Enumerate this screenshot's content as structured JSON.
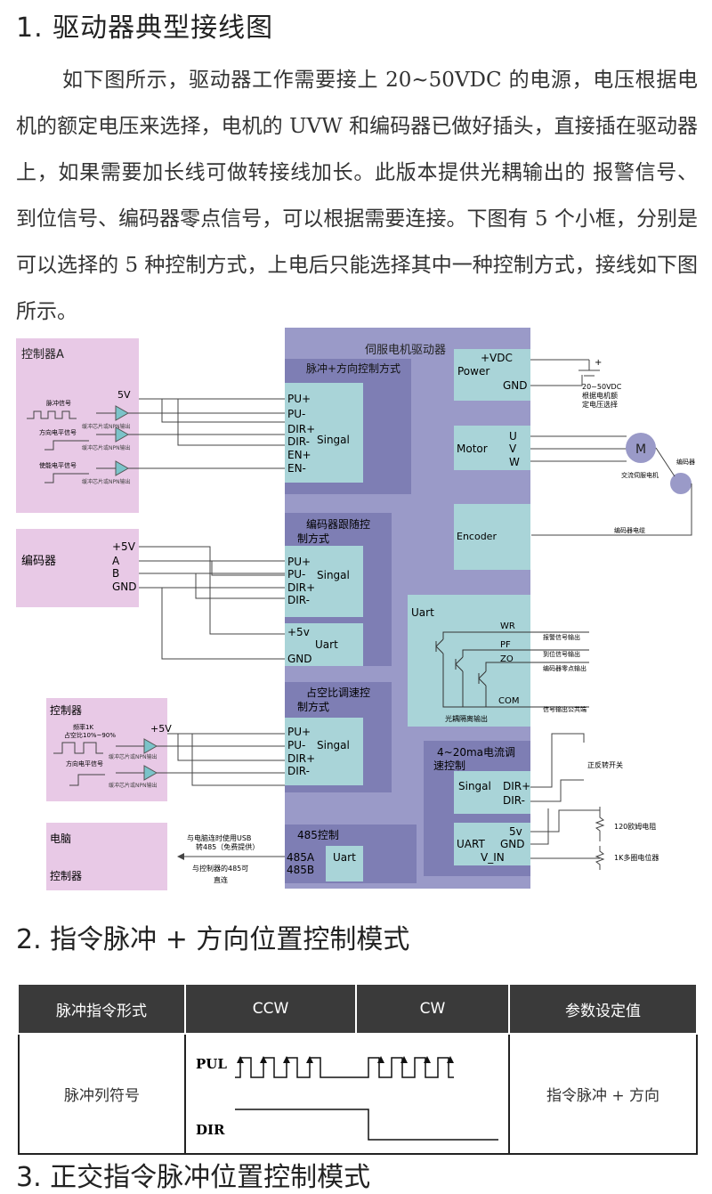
{
  "section1": {
    "title": "1. 驱动器典型接线图",
    "paragraph": "如下图所示，驱动器工作需要接上 20~50VDC 的电源，电压根据电机的额定电压来选择，电机的 UVW 和编码器已做好插头，直接插在驱动器上，如果需要加长线可做转接线加长。此版本提供光耦输出的 报警信号、到位信号、编码器零点信号，可以根据需要连接。下图有 5 个小框，分别是可以选择的 5 种控制方式，上电后只能选择其中一种控制方式，接线如下图所示。"
  },
  "diagram": {
    "driver_title": "伺服电机驱动器",
    "controller_a": {
      "title": "控制器A",
      "v5": "5V",
      "pulse_signal": "脉冲信号",
      "dir_level": "方向电平信号",
      "enable_level": "使能电平信号",
      "buffer_note": "缓冲芯片或NPN输出"
    },
    "mode_pulse_dir": {
      "title": "脉冲+方向控制方式",
      "pins": [
        "PU+",
        "PU-",
        "DIR+",
        "DIR-",
        "EN+",
        "EN-"
      ],
      "singal": "Singal"
    },
    "power": {
      "label": "Power",
      "vdc": "+VDC",
      "gnd": "GND",
      "plus": "+",
      "supply_note_1": "20~50VDC",
      "supply_note_2": "根据电机额",
      "supply_note_3": "定电压选择"
    },
    "motor": {
      "label": "Motor",
      "pins": [
        "U",
        "V",
        "W"
      ],
      "m": "M",
      "ac_motor": "交流伺服电机",
      "encoder_label": "编码器"
    },
    "encoder_block": {
      "label": "Encoder",
      "cable": "编码器电缆"
    },
    "encoder_source": {
      "title": "编码器",
      "pins": [
        "+5V",
        "A",
        "B",
        "GND"
      ]
    },
    "mode_encoder_follow": {
      "title_1": "编码器跟随控",
      "title_2": "制方式",
      "pins": [
        "PU+",
        "PU-",
        "DIR+",
        "DIR-"
      ],
      "singal": "Singal",
      "uart_pins": [
        "+5v",
        "GND"
      ],
      "uart": "Uart"
    },
    "uart_out": {
      "title": "Uart",
      "wr": "WR",
      "pf": "PF",
      "zo": "ZO",
      "com": "COM",
      "alarm": "报警信号输出",
      "inpos": "到位信号输出",
      "zero": "编码器零点输出",
      "common": "信号输出公共端",
      "optocoupler": "光耦隔离输出"
    },
    "controller_b": {
      "title": "控制器",
      "freq": "频率1K",
      "duty": "占空比10%~90%",
      "v5": "+5V",
      "dir_level": "方向电平信号",
      "buffer_note": "缓冲芯片或NPN输出"
    },
    "mode_duty": {
      "title_1": "占空比调速控",
      "title_2": "制方式",
      "pins": [
        "PU+",
        "PU-",
        "DIR+",
        "DIR-"
      ],
      "singal": "Singal"
    },
    "mode_current": {
      "title_1": "4~20ma电流调",
      "title_2": "速控制",
      "singal": "Singal",
      "dirp": "DIR+",
      "dirm": "DIR-",
      "uart": "UART",
      "v5": "5v",
      "gnd": "GND",
      "vin": "V_IN",
      "switch": "正反转开关",
      "r120": "120欧姆电阻",
      "pot": "1K多圈电位器"
    },
    "pc": {
      "title": "电脑",
      "controller": "控制器",
      "usb_1": "与电脑连时使用USB",
      "usb_2": "转485（免费提供）",
      "ctl_1": "与控制器的485可",
      "ctl_2": "直连"
    },
    "mode_485": {
      "title": "485控制",
      "a": "485A",
      "b": "485B",
      "uart": "Uart"
    }
  },
  "section2": {
    "title": "2.  指令脉冲 + 方向位置控制模式"
  },
  "table": {
    "headers": [
      "脉冲指令形式",
      "CCW",
      "CW",
      "参数设定值"
    ],
    "row": {
      "form": "脉冲列符号",
      "param": "指令脉冲 + 方向"
    },
    "pul": "PUL",
    "dir": "DIR"
  },
  "section3": {
    "title": "3.  正交指令脉冲位置控制模式"
  },
  "colors": {
    "driver": "#9a9ac8",
    "mode_box": "#7e7eb4",
    "inner": "#a9d4d8",
    "controller": "#e8c9e6",
    "header": "#3a3a3a"
  }
}
